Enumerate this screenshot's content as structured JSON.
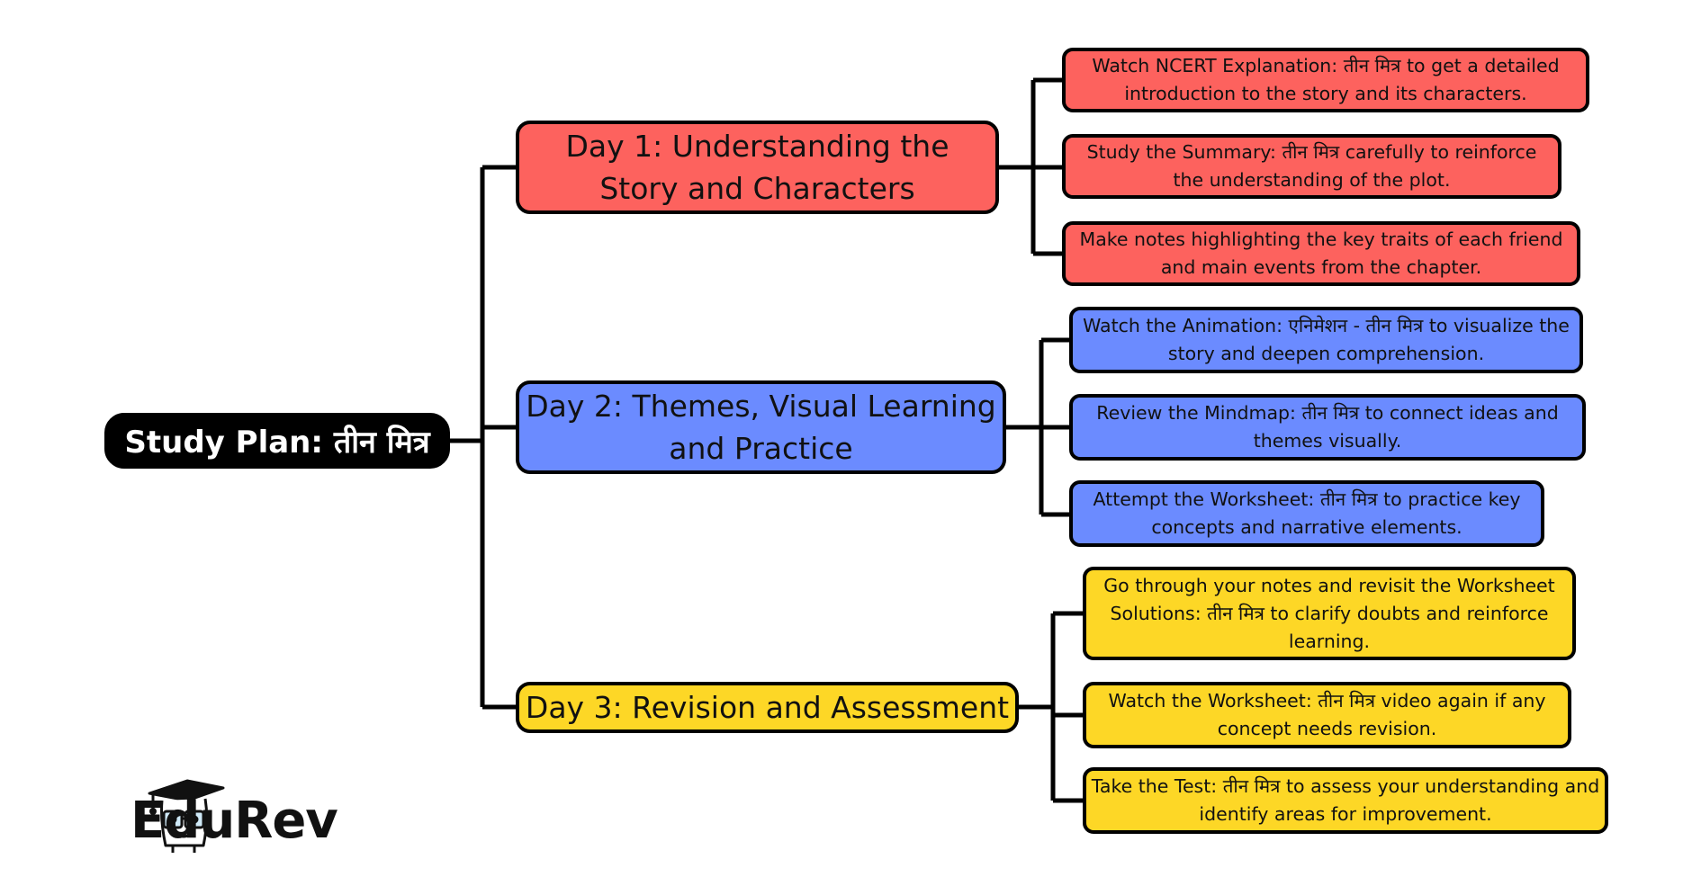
{
  "root": {
    "label": "Study Plan: तीन मित्र"
  },
  "days": [
    {
      "label": "Day 1: Understanding the Story and Characters",
      "color": "#fd625e",
      "tasks": [
        "Watch NCERT Explanation: तीन मित्र to get a detailed introduction to the story and its characters.",
        "Study the Summary: तीन मित्र carefully to reinforce the understanding of the plot.",
        "Make notes highlighting the key traits of each friend and main events from the chapter."
      ]
    },
    {
      "label": "Day 2: Themes, Visual Learning and Practice",
      "color": "#6b8bff",
      "tasks": [
        "Watch the Animation: एनिमेशन - तीन मित्र to visualize the story and deepen comprehension.",
        "Review the Mindmap: तीन मित्र to connect ideas and themes visually.",
        "Attempt the Worksheet: तीन मित्र to practice key concepts and narrative elements."
      ]
    },
    {
      "label": "Day 3: Revision and Assessment",
      "color": "#fdd726",
      "tasks": [
        "Go through your notes and revisit the Worksheet Solutions: तीन मित्र to clarify doubts and reinforce learning.",
        "Watch the Worksheet: तीन मित्र video again if any concept needs revision.",
        "Take the Test: तीन मित्र to assess your understanding and identify areas for improvement."
      ]
    }
  ],
  "brand": {
    "name": "EduRev",
    "icon": "graduation-cap-mascot-icon"
  }
}
